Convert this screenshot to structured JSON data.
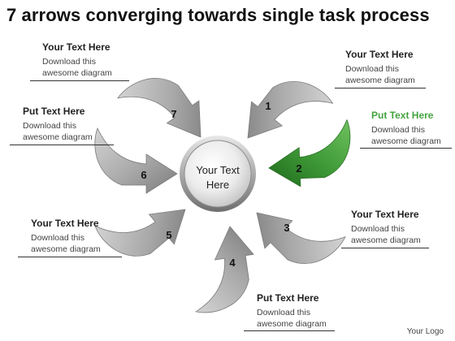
{
  "title": "7 arrows converging towards single task process",
  "center": {
    "line1": "Your Text",
    "line2": "Here"
  },
  "arrows": [
    {
      "number": "1",
      "color": "gray"
    },
    {
      "number": "2",
      "color": "green"
    },
    {
      "number": "3",
      "color": "gray"
    },
    {
      "number": "4",
      "color": "gray"
    },
    {
      "number": "5",
      "color": "gray"
    },
    {
      "number": "6",
      "color": "gray"
    },
    {
      "number": "7",
      "color": "gray"
    }
  ],
  "labels": [
    {
      "heading": "Your Text Here",
      "line1": "Download this",
      "line2": "awesome diagram"
    },
    {
      "heading": "Put Text Here",
      "line1": "Download this",
      "line2": "awesome diagram"
    },
    {
      "heading": "Your Text Here",
      "line1": "Download this",
      "line2": "awesome diagram"
    },
    {
      "heading": "Your Text Here",
      "line1": "Download this",
      "line2": "awesome diagram"
    },
    {
      "heading": "Put Text Here",
      "line1": "Download this",
      "line2": "awesome diagram"
    },
    {
      "heading": "Your Text Here",
      "line1": "Download this",
      "line2": "awesome diagram"
    },
    {
      "heading": "Put Text Here",
      "line1": "Download this",
      "line2": "awesome diagram"
    }
  ],
  "logo": "Your Logo",
  "colors": {
    "gray_arrow": "#a7a7a7",
    "green_arrow": "#3f9a37",
    "accent_text": "#43a340"
  }
}
